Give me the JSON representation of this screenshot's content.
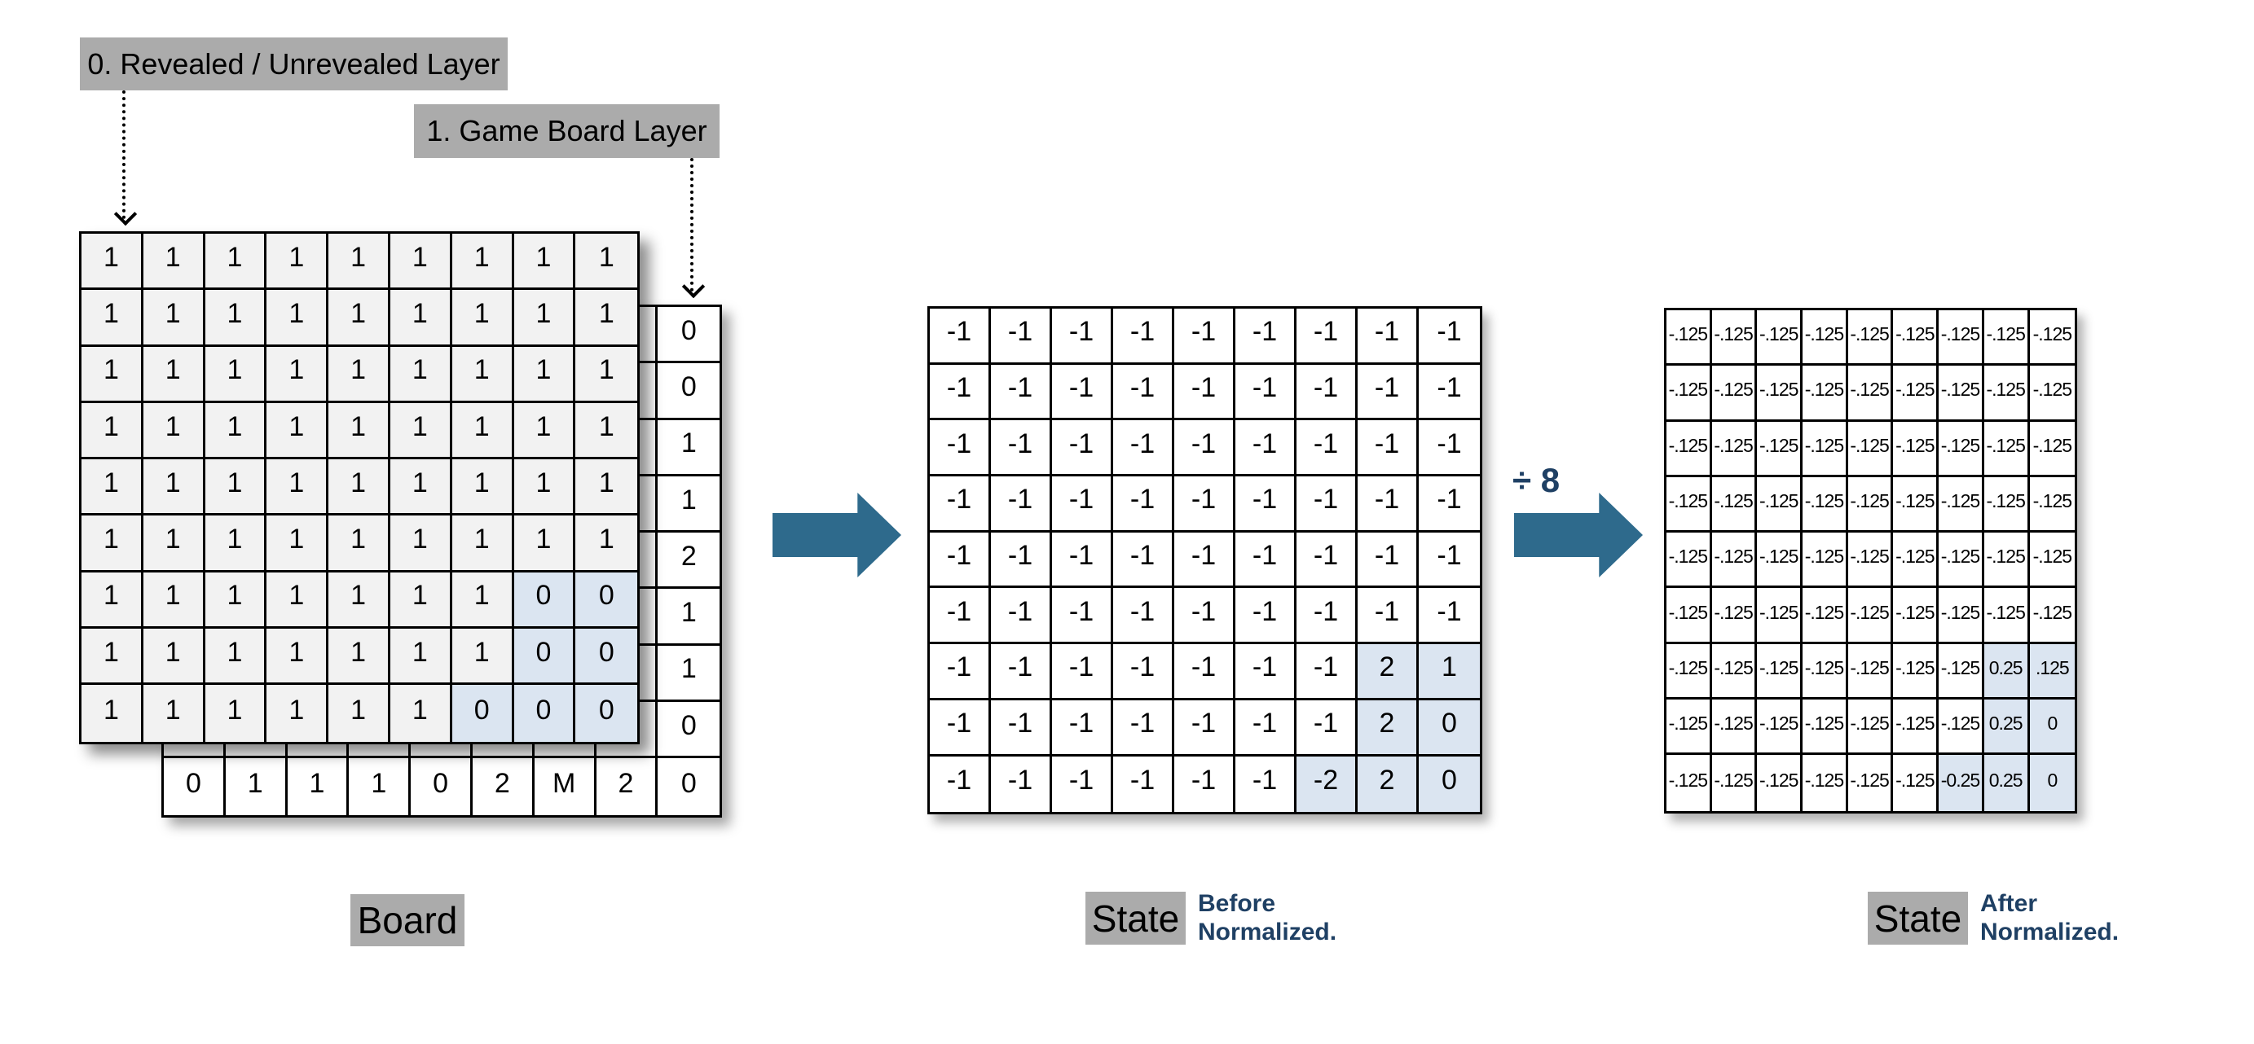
{
  "colors": {
    "arrow_blue": "#2E6A8C",
    "navy_text": "#1F4064",
    "label_gray": "#ABABAB",
    "unrevealed_gray": "#F2F2F2",
    "highlight_blue": "#DBE5F1"
  },
  "board": {
    "layer0_label": "0. Revealed / Unrevealed Layer",
    "layer1_label": "1. Game Board Layer",
    "caption": "Board",
    "front": {
      "rows": [
        [
          "1",
          "1",
          "1",
          "1",
          "1",
          "1",
          "1",
          "1",
          "1"
        ],
        [
          "1",
          "1",
          "1",
          "1",
          "1",
          "1",
          "1",
          "1",
          "1"
        ],
        [
          "1",
          "1",
          "1",
          "1",
          "1",
          "1",
          "1",
          "1",
          "1"
        ],
        [
          "1",
          "1",
          "1",
          "1",
          "1",
          "1",
          "1",
          "1",
          "1"
        ],
        [
          "1",
          "1",
          "1",
          "1",
          "1",
          "1",
          "1",
          "1",
          "1"
        ],
        [
          "1",
          "1",
          "1",
          "1",
          "1",
          "1",
          "1",
          "1",
          "1"
        ],
        [
          "1",
          "1",
          "1",
          "1",
          "1",
          "1",
          "1",
          "0",
          "0"
        ],
        [
          "1",
          "1",
          "1",
          "1",
          "1",
          "1",
          "1",
          "0",
          "0"
        ],
        [
          "1",
          "1",
          "1",
          "1",
          "1",
          "1",
          "0",
          "0",
          "0"
        ]
      ],
      "highlight": [
        "6,7",
        "6,8",
        "7,7",
        "7,8",
        "8,6",
        "8,7",
        "8,8"
      ]
    },
    "back": {
      "right_column": [
        "0",
        "0",
        "1",
        "1",
        "2",
        "1",
        "1",
        "0",
        "0"
      ],
      "bottom_row": [
        "0",
        "1",
        "1",
        "1",
        "0",
        "2",
        "M",
        "2",
        "0"
      ]
    }
  },
  "state_before": {
    "caption": "State",
    "note_line1": "Before",
    "note_line2": "Normalized.",
    "rows": [
      [
        "-1",
        "-1",
        "-1",
        "-1",
        "-1",
        "-1",
        "-1",
        "-1",
        "-1"
      ],
      [
        "-1",
        "-1",
        "-1",
        "-1",
        "-1",
        "-1",
        "-1",
        "-1",
        "-1"
      ],
      [
        "-1",
        "-1",
        "-1",
        "-1",
        "-1",
        "-1",
        "-1",
        "-1",
        "-1"
      ],
      [
        "-1",
        "-1",
        "-1",
        "-1",
        "-1",
        "-1",
        "-1",
        "-1",
        "-1"
      ],
      [
        "-1",
        "-1",
        "-1",
        "-1",
        "-1",
        "-1",
        "-1",
        "-1",
        "-1"
      ],
      [
        "-1",
        "-1",
        "-1",
        "-1",
        "-1",
        "-1",
        "-1",
        "-1",
        "-1"
      ],
      [
        "-1",
        "-1",
        "-1",
        "-1",
        "-1",
        "-1",
        "-1",
        "2",
        "1"
      ],
      [
        "-1",
        "-1",
        "-1",
        "-1",
        "-1",
        "-1",
        "-1",
        "2",
        "0"
      ],
      [
        "-1",
        "-1",
        "-1",
        "-1",
        "-1",
        "-1",
        "-2",
        "2",
        "0"
      ]
    ],
    "highlight": [
      "6,7",
      "6,8",
      "7,7",
      "7,8",
      "8,6",
      "8,7",
      "8,8"
    ]
  },
  "divide_label": "÷ 8",
  "state_after": {
    "caption": "State",
    "note_line1": "After",
    "note_line2": "Normalized.",
    "rows": [
      [
        "-.125",
        "-.125",
        "-.125",
        "-.125",
        "-.125",
        "-.125",
        "-.125",
        "-.125",
        "-.125"
      ],
      [
        "-.125",
        "-.125",
        "-.125",
        "-.125",
        "-.125",
        "-.125",
        "-.125",
        "-.125",
        "-.125"
      ],
      [
        "-.125",
        "-.125",
        "-.125",
        "-.125",
        "-.125",
        "-.125",
        "-.125",
        "-.125",
        "-.125"
      ],
      [
        "-.125",
        "-.125",
        "-.125",
        "-.125",
        "-.125",
        "-.125",
        "-.125",
        "-.125",
        "-.125"
      ],
      [
        "-.125",
        "-.125",
        "-.125",
        "-.125",
        "-.125",
        "-.125",
        "-.125",
        "-.125",
        "-.125"
      ],
      [
        "-.125",
        "-.125",
        "-.125",
        "-.125",
        "-.125",
        "-.125",
        "-.125",
        "-.125",
        "-.125"
      ],
      [
        "-.125",
        "-.125",
        "-.125",
        "-.125",
        "-.125",
        "-.125",
        "-.125",
        "0.25",
        ".125"
      ],
      [
        "-.125",
        "-.125",
        "-.125",
        "-.125",
        "-.125",
        "-.125",
        "-.125",
        "0.25",
        "0"
      ],
      [
        "-.125",
        "-.125",
        "-.125",
        "-.125",
        "-.125",
        "-.125",
        "-0.25",
        "0.25",
        "0"
      ]
    ],
    "highlight": [
      "6,7",
      "6,8",
      "7,7",
      "7,8",
      "8,6",
      "8,7",
      "8,8"
    ]
  }
}
